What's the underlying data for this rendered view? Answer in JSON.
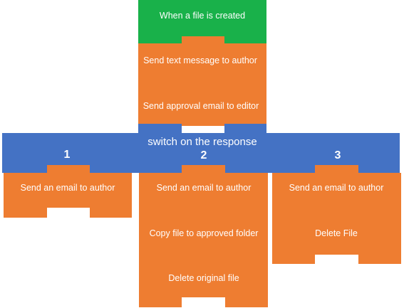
{
  "colors": {
    "trigger": "#19b14a",
    "action": "#ee7d31",
    "switch": "#4472c4",
    "text": "#ffffff"
  },
  "trigger": {
    "label": "When a file is created"
  },
  "steps": [
    {
      "label": "Send text message  to author"
    },
    {
      "label": "Send approval email to editor"
    }
  ],
  "switch": {
    "label": "switch on the response",
    "cases": [
      {
        "number": "1",
        "actions": [
          {
            "label": "Send an email to author"
          }
        ]
      },
      {
        "number": "2",
        "actions": [
          {
            "label": "Send an email to author"
          },
          {
            "label": "Copy file to approved folder"
          },
          {
            "label": "Delete original file"
          }
        ]
      },
      {
        "number": "3",
        "actions": [
          {
            "label": "Send an email to author"
          },
          {
            "label": "Delete File"
          }
        ]
      }
    ]
  }
}
